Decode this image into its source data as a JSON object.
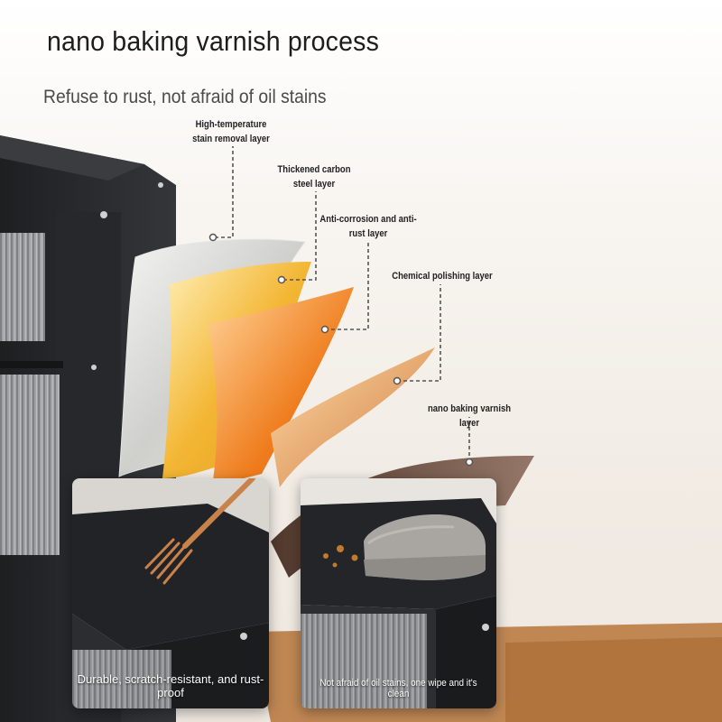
{
  "header": {
    "title": "nano baking varnish process",
    "subtitle": "Refuse to rust, not afraid of oil stains"
  },
  "layers": [
    {
      "label": "High-temperature stain removal layer"
    },
    {
      "label": "Thickened carbon steel layer"
    },
    {
      "label": "Anti-corrosion and anti-rust layer"
    },
    {
      "label": "Chemical polishing layer"
    },
    {
      "label": "nano baking varnish layer"
    }
  ],
  "cards": [
    {
      "caption": "Durable, scratch-resistant, and rust-proof",
      "icon": "fork-icon"
    },
    {
      "caption": "Not afraid of oil stains, one wipe and it's clean",
      "icon": "towel-icon"
    }
  ],
  "colors": {
    "cabinet": "#2a2c2f",
    "gold": "#f2b233",
    "orange": "#ee7a1f",
    "copper": "#c9834a",
    "brown": "#5b3a2c",
    "wood": "#b7763a"
  }
}
